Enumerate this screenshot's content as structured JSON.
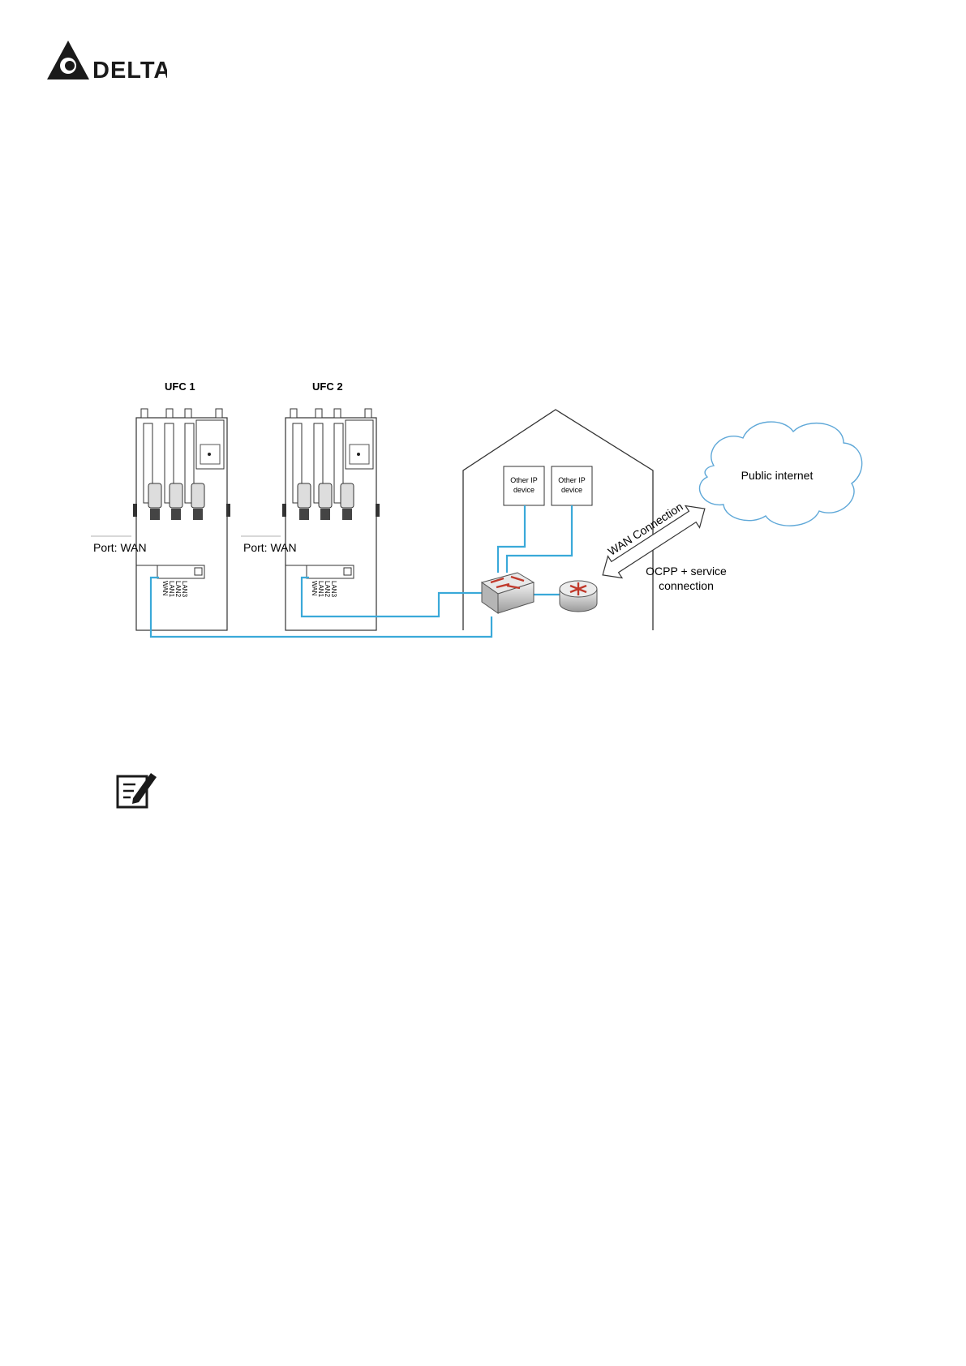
{
  "header": {
    "logo_text": "DELTA"
  },
  "diagram": {
    "ufc1_label": "UFC 1",
    "ufc2_label": "UFC 2",
    "ufc1_port_label": "Port: WAN",
    "ufc2_port_label": "Port: WAN",
    "port_labels": [
      "WAN",
      "LAN1",
      "LAN2",
      "LAN3"
    ],
    "device1_line1": "Other IP",
    "device1_line2": "device",
    "device2_line1": "Other IP",
    "device2_line2": "device",
    "cloud_label": "Public internet",
    "wan_connection_label": "WAN Connection",
    "ocpp_line1": "OCPP + service",
    "ocpp_line2": "connection",
    "cable_color": "#3aa9d9",
    "cloud_color": "#5fa8d8"
  }
}
